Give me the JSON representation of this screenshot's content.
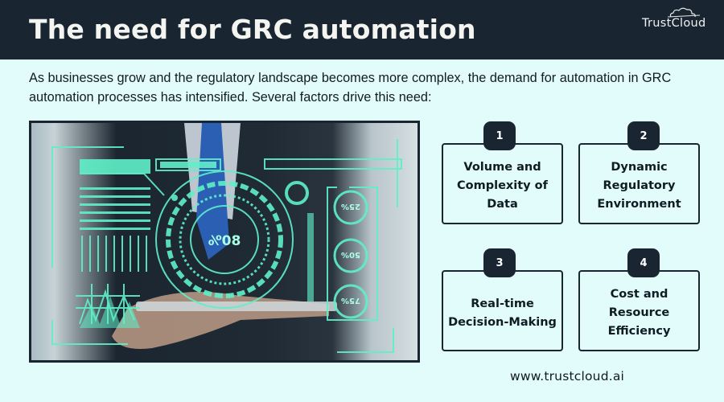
{
  "header": {
    "title": "The need for GRC automation",
    "logo": {
      "text": "TrustCloud",
      "icon": "cloud-icon"
    }
  },
  "intro": {
    "text": "As businesses grow and the regulatory landscape becomes more complex, the demand for automation in GRC automation processes has intensified. Several factors drive this need:"
  },
  "image": {
    "description": "Businessman holding tablet with holographic HUD data interface",
    "hud_values": [
      "80%",
      "25%",
      "50%",
      "75%"
    ],
    "accent_color": "#5ff0c8"
  },
  "factors": [
    {
      "number": "1",
      "label": "Volume and Complexity of Data"
    },
    {
      "number": "2",
      "label": "Dynamic Regulatory Environment"
    },
    {
      "number": "3",
      "label": "Real-time Decision-Making"
    },
    {
      "number": "4",
      "label": "Cost and Resource Efficiency"
    }
  ],
  "footer": {
    "url": "www.trustcloud.ai"
  },
  "colors": {
    "header_bg": "#192631",
    "page_bg": "#e2fbfb",
    "accent": "#5ff0c8"
  }
}
